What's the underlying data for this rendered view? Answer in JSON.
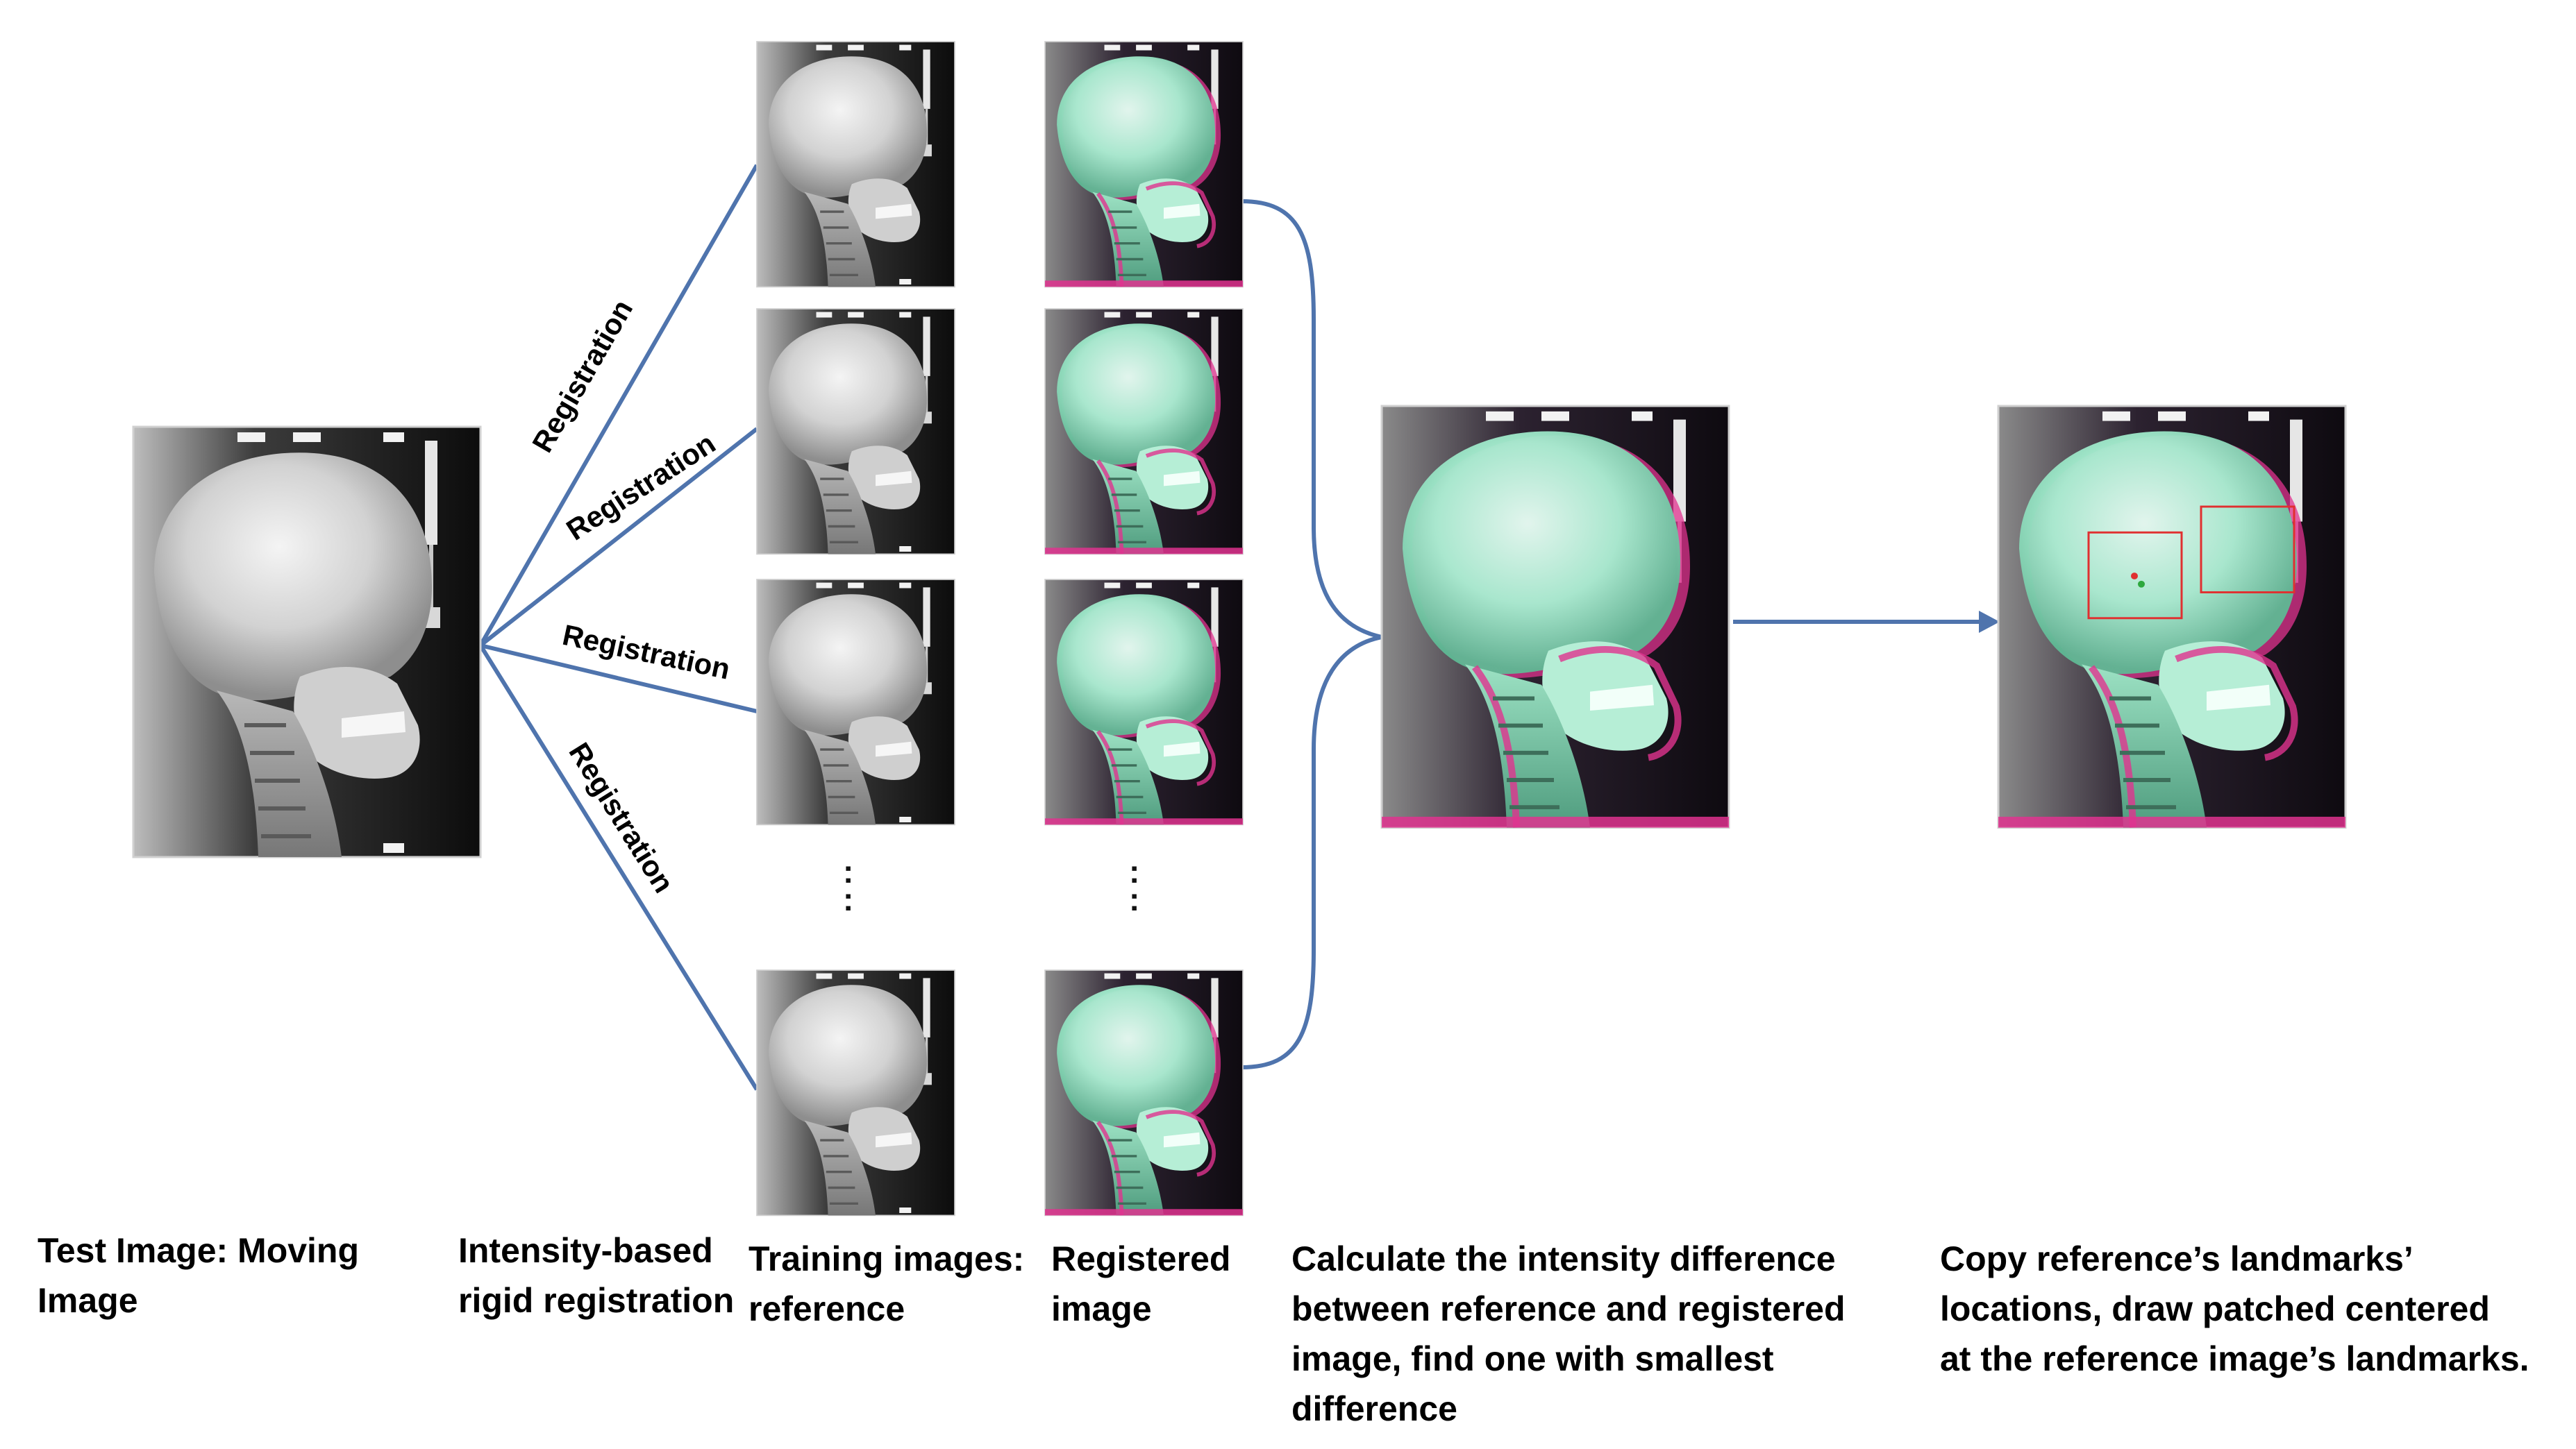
{
  "captions": {
    "test_image": [
      "Test Image: Moving",
      "Image"
    ],
    "registration_method": [
      "Intensity-based",
      "rigid registration"
    ],
    "training_images": [
      "Training images:",
      "reference"
    ],
    "registered_image": [
      "Registered",
      "image"
    ],
    "difference": [
      "Calculate the intensity difference",
      "between reference and registered",
      "image, find one with smallest",
      "difference"
    ],
    "copy_landmarks": [
      "Copy reference’s landmarks’",
      "locations, draw patched centered",
      "at the reference image’s landmarks."
    ]
  },
  "registration_labels": [
    "Registration",
    "Registration",
    "Registration",
    "Registration"
  ],
  "ellipsis": ":",
  "colors": {
    "line": "#4f74ad",
    "overlay_magenta": "#e0338f",
    "overlay_green": "#7fe8c0",
    "landmark_box": "#e03030"
  },
  "icons": [
    "xray-skull-test",
    "xray-skull-training",
    "xray-skull-registered-overlay",
    "xray-skull-best-match",
    "xray-skull-landmarks"
  ]
}
